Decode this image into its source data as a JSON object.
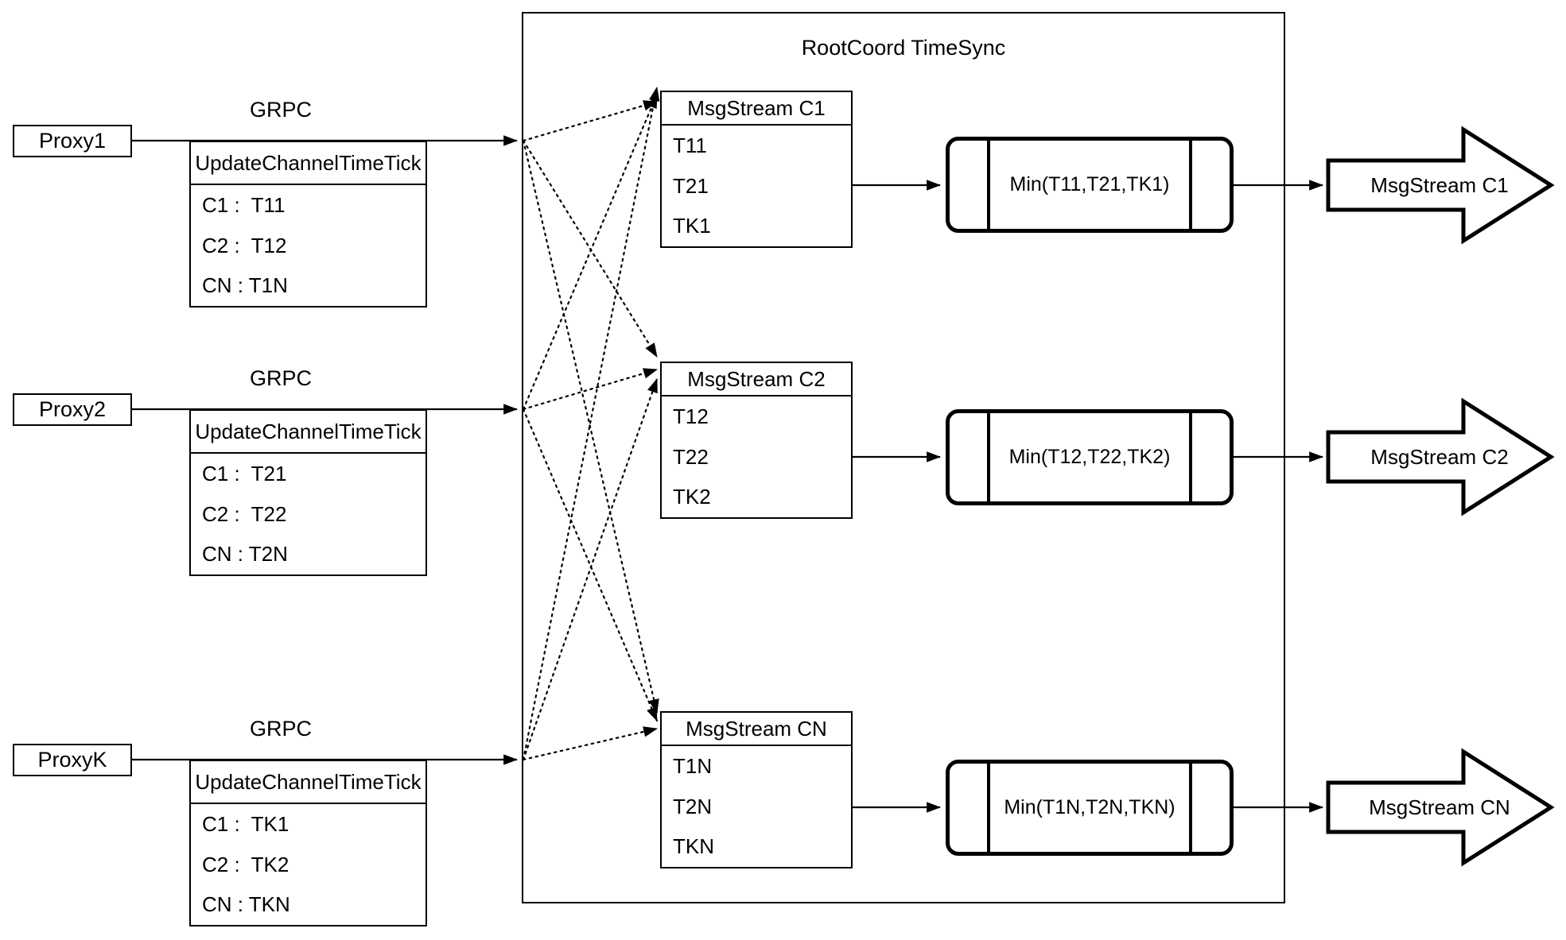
{
  "diagram": {
    "title": "RootCoord TimeSync",
    "proxies": [
      {
        "name": "Proxy1",
        "protocol": "GRPC",
        "call": "UpdateChannelTimeTick",
        "entries": [
          "C1 :  T11",
          "C2 :  T12",
          "CN : T1N"
        ]
      },
      {
        "name": "Proxy2",
        "protocol": "GRPC",
        "call": "UpdateChannelTimeTick",
        "entries": [
          "C1 :  T21",
          "C2 :  T22",
          "CN : T2N"
        ]
      },
      {
        "name": "ProxyK",
        "protocol": "GRPC",
        "call": "UpdateChannelTimeTick",
        "entries": [
          "C1 :  TK1",
          "C2 :  TK2",
          "CN : TKN"
        ]
      }
    ],
    "channels": [
      {
        "stream": "MsgStream C1",
        "timestamps": [
          "T11",
          "T21",
          "TK1"
        ],
        "min": "Min(T11,T21,TK1)",
        "output": "MsgStream C1"
      },
      {
        "stream": "MsgStream C2",
        "timestamps": [
          "T12",
          "T22",
          "TK2"
        ],
        "min": "Min(T12,T22,TK2)",
        "output": "MsgStream C2"
      },
      {
        "stream": "MsgStream CN",
        "timestamps": [
          "T1N",
          "T2N",
          "TKN"
        ],
        "min": "Min(T1N,T2N,TKN)",
        "output": "MsgStream CN"
      }
    ],
    "colors": {
      "stroke": "#000000",
      "fill": "#ffffff"
    }
  }
}
